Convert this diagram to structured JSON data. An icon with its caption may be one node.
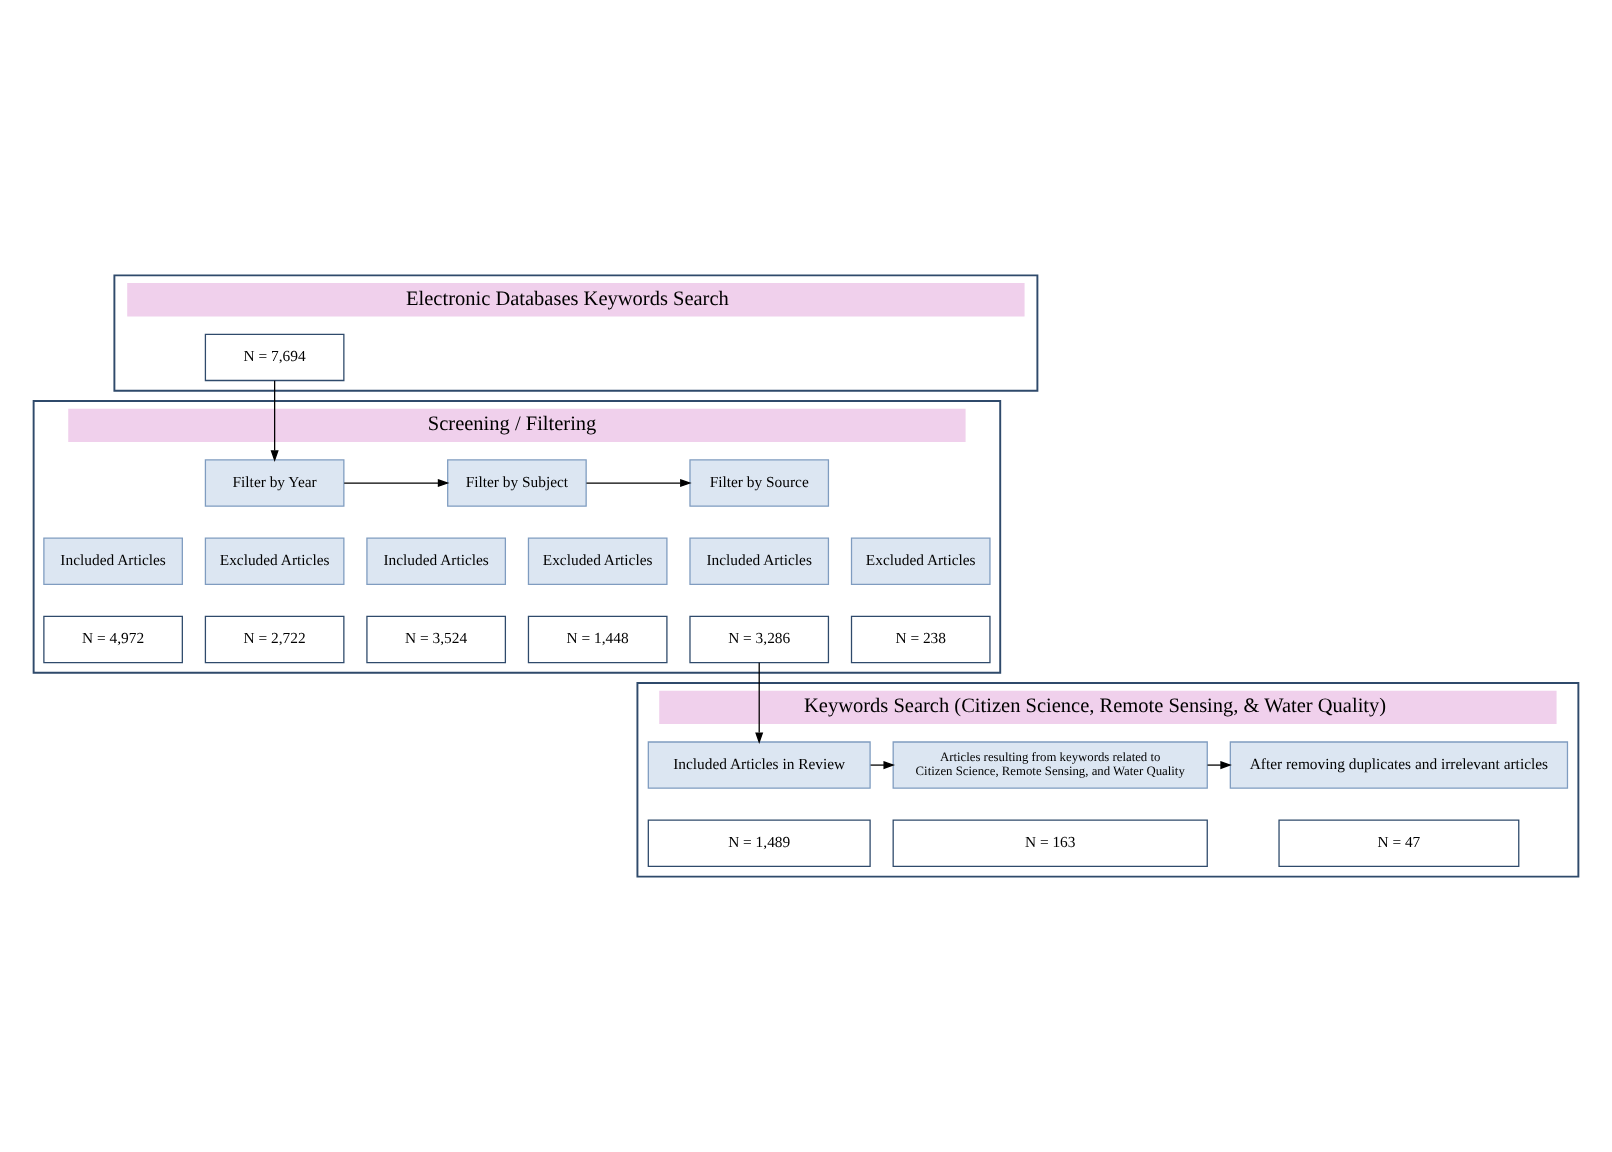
{
  "diagram": {
    "nodes": [
      {
        "text": [
          "Electronic Databases Keywords Search"
        ]
      },
      {
        "text": [
          "N = 7,694"
        ],
        "in": 0
      },
      {
        "text": [
          "Screening / Filtering"
        ]
      },
      {
        "text": [
          "Filter by Year"
        ],
        "in": 2
      },
      {
        "text": [
          "Filter by Subject"
        ],
        "in": 2
      },
      {
        "text": [
          "Filter by Source"
        ],
        "in": 2
      },
      {
        "text": [
          "Included Articles"
        ],
        "in": 2
      },
      {
        "text": [
          "Excluded Articles"
        ],
        "in": 2
      },
      {
        "text": [
          "Included Articles"
        ],
        "in": 2
      },
      {
        "text": [
          "Excluded Articles"
        ],
        "in": 2
      },
      {
        "text": [
          "Included Articles"
        ],
        "in": 2
      },
      {
        "text": [
          "Excluded Articles"
        ],
        "in": 2
      },
      {
        "text": [
          "N = 4,972"
        ],
        "in": 2
      },
      {
        "text": [
          "N = 2,722"
        ],
        "in": 2
      },
      {
        "text": [
          "N = 3,524"
        ],
        "in": 2
      },
      {
        "text": [
          "N = 1,448"
        ],
        "in": 2
      },
      {
        "text": [
          "N = 3,286"
        ],
        "in": 2
      },
      {
        "text": [
          "N = 238"
        ],
        "in": 2
      },
      {
        "text": [
          "Keywords Search (Citizen Science, Remote Sensing, & Water Quality)"
        ]
      },
      {
        "text": [
          "Included Articles in Review"
        ],
        "in": 18
      },
      {
        "text": [
          "Articles resulting from keywords related to Citizen Science, Remote Sensing, and Water Quality"
        ],
        "in": 18
      },
      {
        "text": [
          "After removing duplicates and irrelevant articles"
        ],
        "in": 18
      },
      {
        "text": [
          "N = 1,489"
        ],
        "in": 18
      },
      {
        "text": [
          "N = 163"
        ],
        "in": 18
      },
      {
        "text": [
          "N = 47"
        ],
        "in": 18
      }
    ],
    "edges": [
      {
        "from": 1,
        "to": 3,
        "arrow": "to"
      },
      {
        "from": 3,
        "to": 4,
        "arrow": "to"
      },
      {
        "from": 4,
        "to": 5,
        "arrow": "to"
      },
      {
        "from": 16,
        "to": 19,
        "arrow": "to"
      },
      {
        "from": 19,
        "to": 20,
        "arrow": "to"
      },
      {
        "from": 20,
        "to": 21,
        "arrow": "to"
      }
    ]
  }
}
